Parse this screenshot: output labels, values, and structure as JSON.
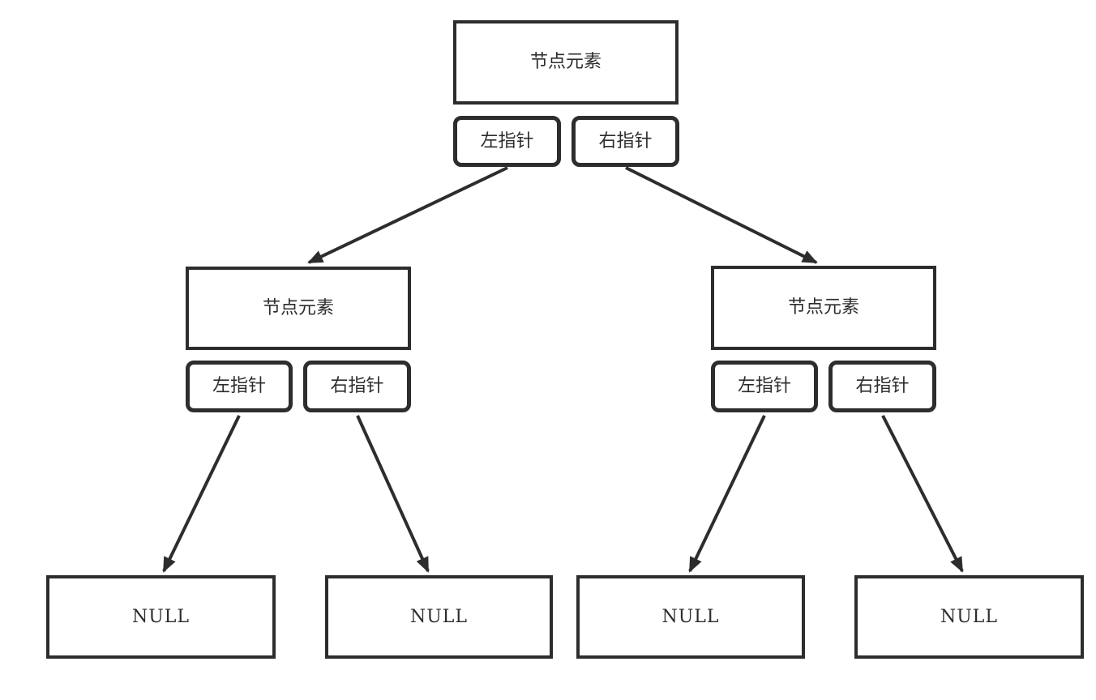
{
  "diagram": {
    "type": "binary-tree-node-structure",
    "colors": {
      "stroke": "#2d2d2d",
      "background": "#ffffff"
    },
    "nodes": {
      "root": {
        "element_label": "节点元素",
        "left_pointer_label": "左指针",
        "right_pointer_label": "右指针"
      },
      "left_child": {
        "element_label": "节点元素",
        "left_pointer_label": "左指针",
        "right_pointer_label": "右指针"
      },
      "right_child": {
        "element_label": "节点元素",
        "left_pointer_label": "左指针",
        "right_pointer_label": "右指针"
      },
      "leaves": {
        "leaf1": "NULL",
        "leaf2": "NULL",
        "leaf3": "NULL",
        "leaf4": "NULL"
      }
    }
  }
}
